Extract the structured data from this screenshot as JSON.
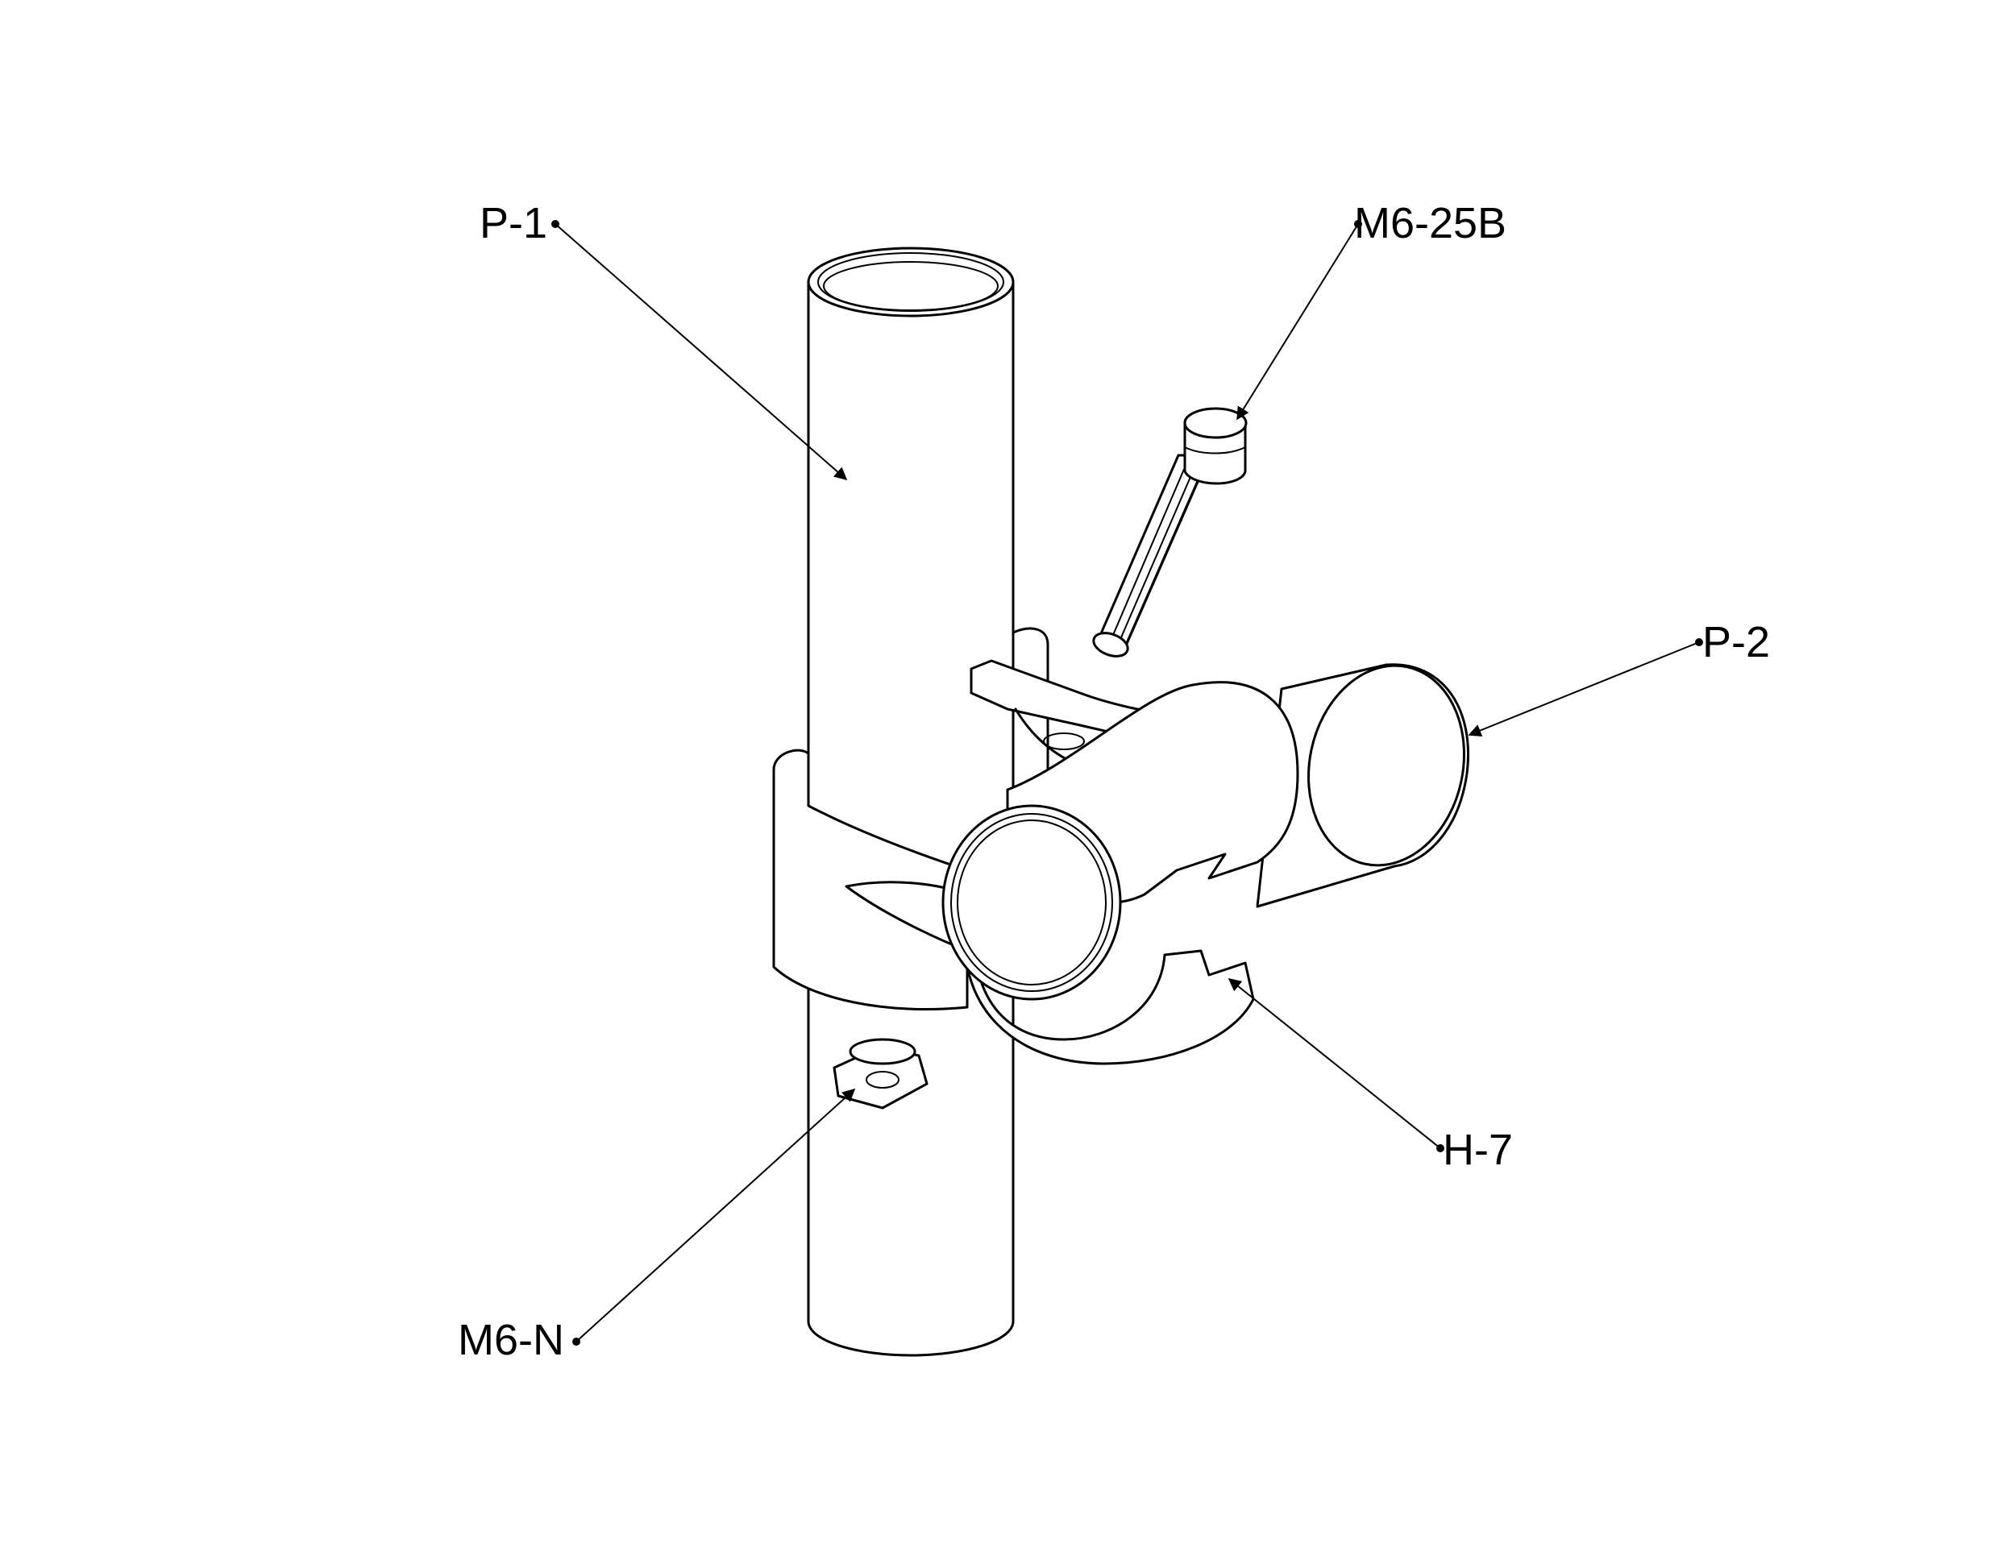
{
  "parts": {
    "pipe_vertical": {
      "label": "P-1"
    },
    "bolt": {
      "label": "M6-25B"
    },
    "pipe_horizontal": {
      "label": "P-2"
    },
    "clamp": {
      "label": "H-7"
    },
    "nut": {
      "label": "M6-N"
    }
  }
}
